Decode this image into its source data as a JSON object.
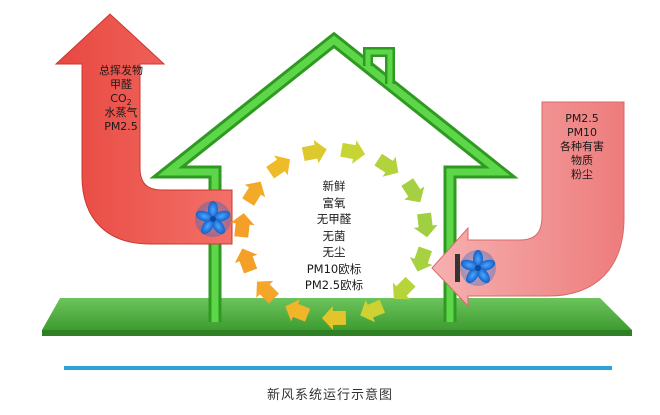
{
  "exhaust": {
    "lines": [
      "总挥发物",
      "甲醛",
      "CO",
      "水蒸气",
      "PM2.5"
    ],
    "co2_subscript": "2"
  },
  "intake": {
    "lines": [
      "PM2.5",
      "PM10",
      "各种有害",
      "物质",
      "粉尘"
    ]
  },
  "fresh_air": {
    "lines": [
      "新鲜",
      "富氧",
      "无甲醛",
      "无菌",
      "无尘",
      "PM10欧标",
      "PM2.5欧标"
    ]
  },
  "caption": "新风系统运行示意图",
  "colors": {
    "house_green": "#3cbf2a",
    "base_green": "#4caf3e",
    "exhaust_red": "#ef5350",
    "intake_pink": "#f08a8a",
    "fan_blue": "#1e78d8",
    "line_blue": "#2aa4d8"
  },
  "icons": {
    "fan_left": "fan-icon",
    "fan_right": "fan-icon",
    "circulation": "circular-arrows"
  }
}
